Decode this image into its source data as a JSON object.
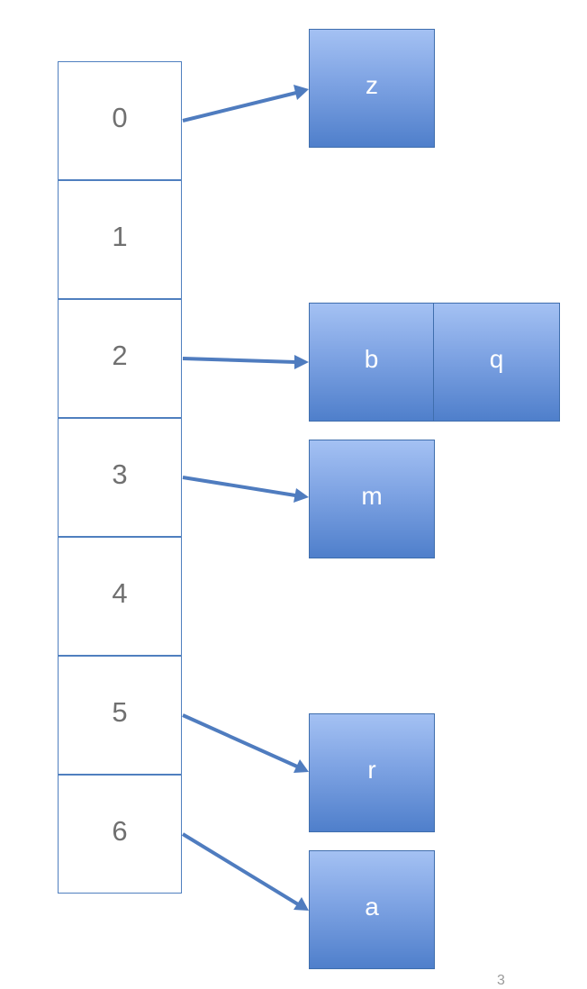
{
  "table": {
    "slots": [
      {
        "label": "0"
      },
      {
        "label": "1"
      },
      {
        "label": "2"
      },
      {
        "label": "3"
      },
      {
        "label": "4"
      },
      {
        "label": "5"
      },
      {
        "label": "6"
      }
    ]
  },
  "chains": [
    {
      "slot": 0,
      "nodes": [
        "z"
      ]
    },
    {
      "slot": 2,
      "nodes": [
        "b",
        "q"
      ]
    },
    {
      "slot": 3,
      "nodes": [
        "m"
      ]
    },
    {
      "slot": 5,
      "nodes": [
        "r"
      ]
    },
    {
      "slot": 6,
      "nodes": [
        "a"
      ]
    }
  ],
  "colors": {
    "slot_border": "#4f7fbf",
    "slot_text": "#707070",
    "node_fill_top": "#a4c1f3",
    "node_fill_bottom": "#4f7fcb",
    "node_text": "#ffffff",
    "arrow": "#4f7cbf"
  },
  "page_number": "3"
}
